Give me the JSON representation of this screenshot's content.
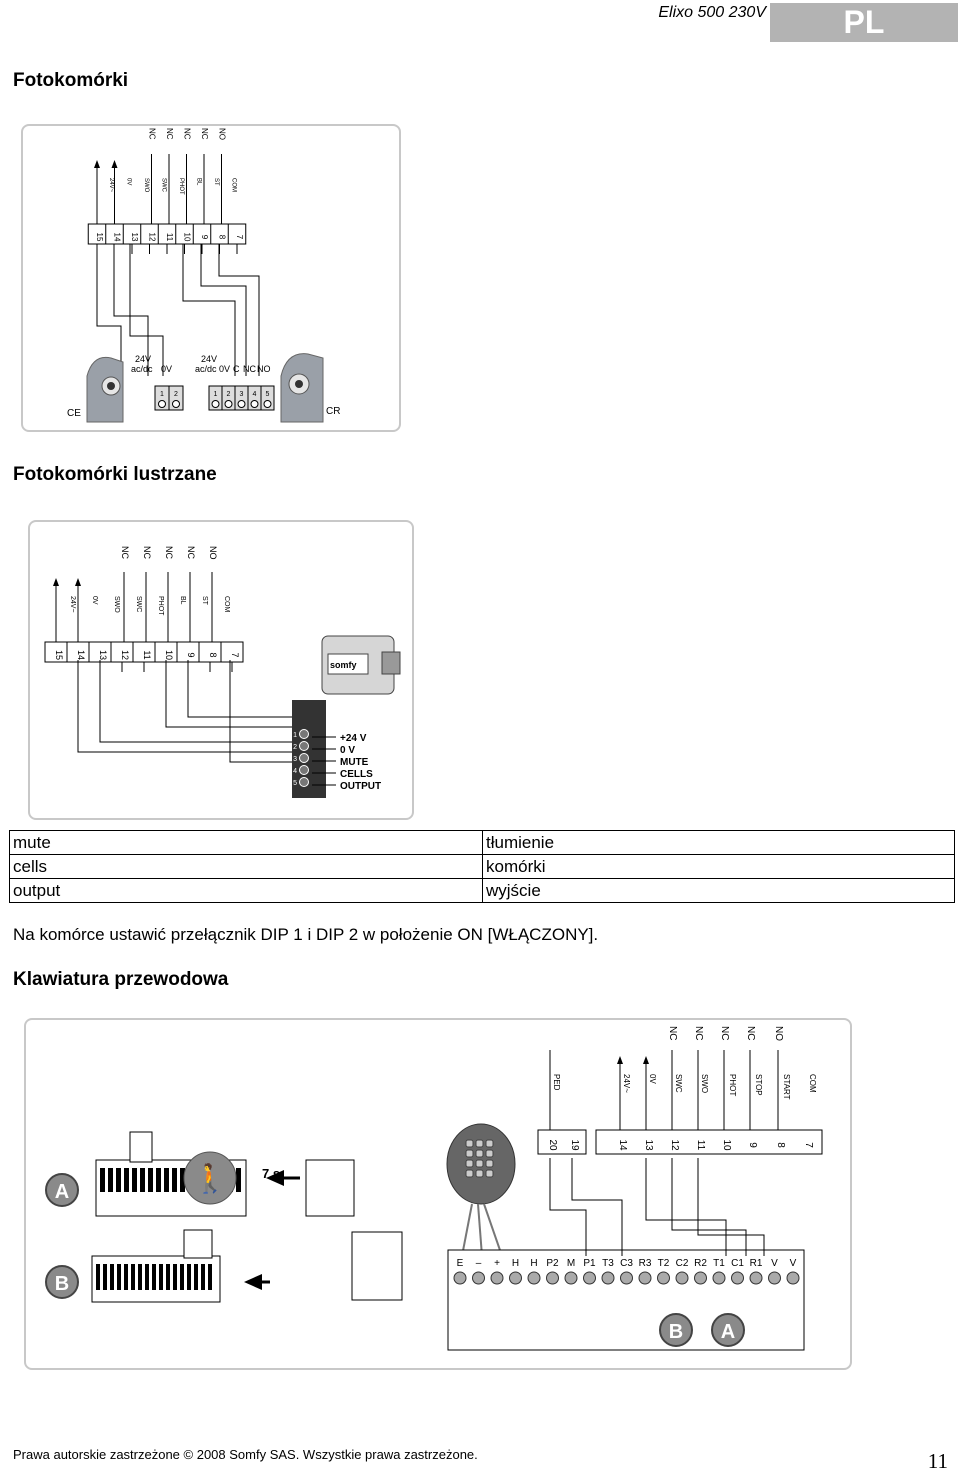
{
  "header": {
    "product": "Elixo 500 230V",
    "lang": "PL"
  },
  "sections": {
    "photocells": "Fotokomórki",
    "reflex": "Fotokomórki lustrzane",
    "keypad": "Klawiatura przewodowa"
  },
  "terminal_block_1": {
    "numbers": [
      "15",
      "14",
      "13",
      "12",
      "11",
      "10",
      "9",
      "8",
      "7"
    ],
    "contacts": [
      "NC",
      "NC",
      "NC",
      "NC",
      "NO"
    ],
    "functions": [
      "24V~",
      "0V",
      "SWO",
      "SWC",
      "PHOT",
      "BL",
      "ST",
      "COM"
    ]
  },
  "photocell_diagram": {
    "ce_label": "CE",
    "cr_label": "CR",
    "ce_power": [
      "24V",
      "ac/dc",
      "0V"
    ],
    "cr_power": [
      "24V",
      "ac/dc",
      "0V",
      "C",
      "NC",
      "NO"
    ],
    "ce_terms": [
      "1",
      "2"
    ],
    "cr_terms": [
      "1",
      "2",
      "3",
      "4",
      "5"
    ]
  },
  "reflex_diagram": {
    "device_brand": "somfy",
    "outputs": [
      "+24 V",
      "0 V",
      "MUTE",
      "CELLS",
      "OUTPUT"
    ],
    "terms": [
      "1",
      "2",
      "3",
      "4",
      "5"
    ]
  },
  "legend": [
    {
      "term": "mute",
      "translation": "tłumienie"
    },
    {
      "term": "cells",
      "translation": "komórki"
    },
    {
      "term": "output",
      "translation": "wyjście"
    }
  ],
  "note": "Na komórce ustawić przełącznik DIP 1 i DIP 2 w położenie ON [WŁĄCZONY].",
  "keypad_diagram": {
    "numbers": [
      "20",
      "19",
      "14",
      "13",
      "12",
      "11",
      "10",
      "9",
      "8",
      "7"
    ],
    "contacts": [
      "NC",
      "NC",
      "NC",
      "NC",
      "NO"
    ],
    "functions": [
      "PED",
      "24V~",
      "0V",
      "SWC",
      "SWO",
      "PHOT",
      "STOP",
      "START",
      "COM"
    ],
    "time_label": "7 s",
    "badge_a": "A",
    "badge_b": "B",
    "bottom_terms": [
      "E",
      "–",
      "+",
      "H",
      "H",
      "P2",
      "M",
      "P1",
      "T3",
      "C3",
      "R3",
      "T2",
      "C2",
      "R2",
      "T1",
      "C1",
      "R1",
      "V",
      "V"
    ]
  },
  "footer": {
    "copyright": "Prawa autorskie zastrzeżone © 2008 Somfy SAS. Wszystkie prawa zastrzeżone.",
    "page": "11"
  }
}
